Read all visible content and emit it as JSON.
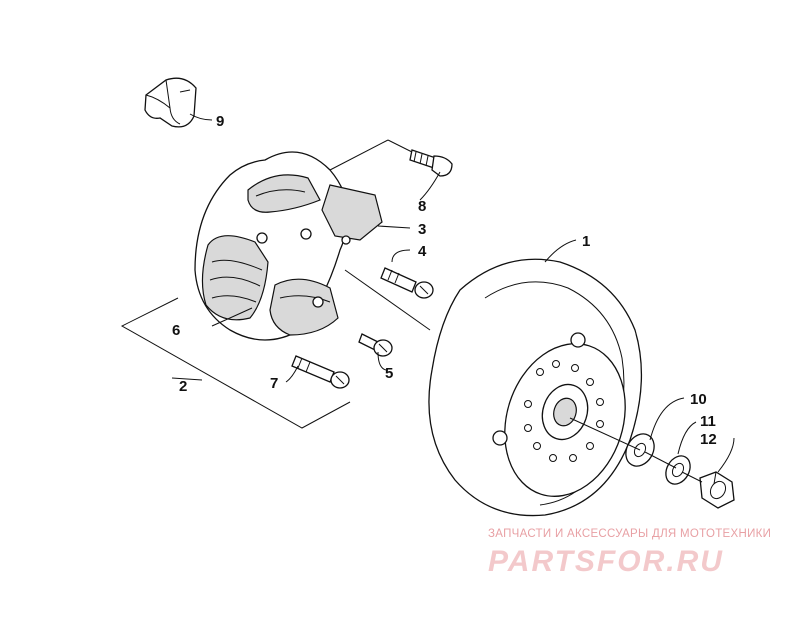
{
  "diagram": {
    "callouts": {
      "c1": "1",
      "c2": "2",
      "c3": "3",
      "c4": "4",
      "c5": "5",
      "c6": "6",
      "c7": "7",
      "c8": "8",
      "c9": "9",
      "c10": "10",
      "c11": "11",
      "c12": "12"
    }
  },
  "watermark": {
    "tagline": "ЗАПЧАСТИ И АКСЕССУАРЫ ДЛЯ МОТОТЕХНИКИ",
    "logo": "PARTSFOR.RU"
  },
  "colors": {
    "line": "#111111",
    "watermark": "#e8a0a4"
  }
}
